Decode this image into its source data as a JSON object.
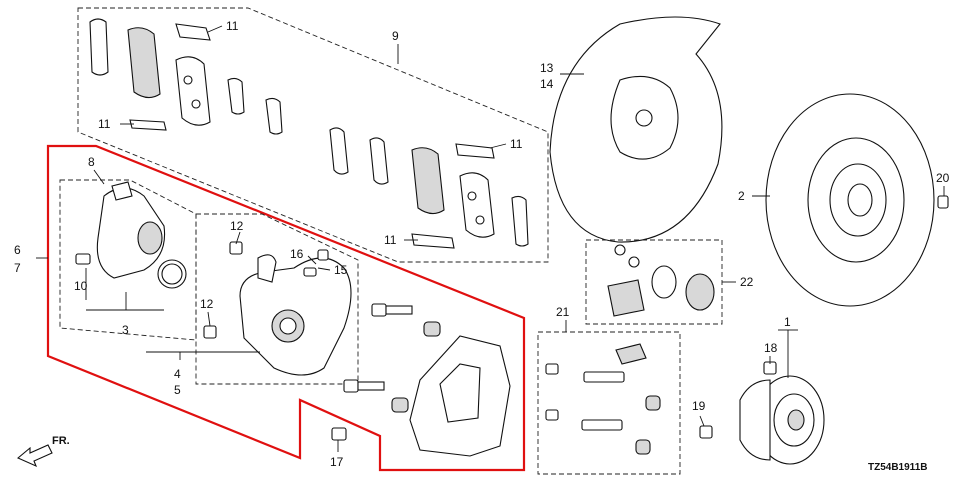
{
  "callouts": {
    "c1": "1",
    "c2": "2",
    "c3": "3",
    "c4": "4",
    "c5": "5",
    "c6": "6",
    "c7": "7",
    "c8": "8",
    "c9": "9",
    "c10": "10",
    "c11a": "11",
    "c11b": "11",
    "c11c": "11",
    "c11d": "11",
    "c12a": "12",
    "c12b": "12",
    "c13": "13",
    "c14": "14",
    "c15": "15",
    "c16": "16",
    "c17": "17",
    "c18": "18",
    "c19": "19",
    "c20": "20",
    "c21": "21",
    "c22": "22"
  },
  "diagram_code": "TZ54B1911B",
  "direction_label": "FR.",
  "colors": {
    "highlight_frame": "#e01010",
    "line": "#111111",
    "fill": "#ffffff",
    "shade": "#d8d8d8"
  }
}
